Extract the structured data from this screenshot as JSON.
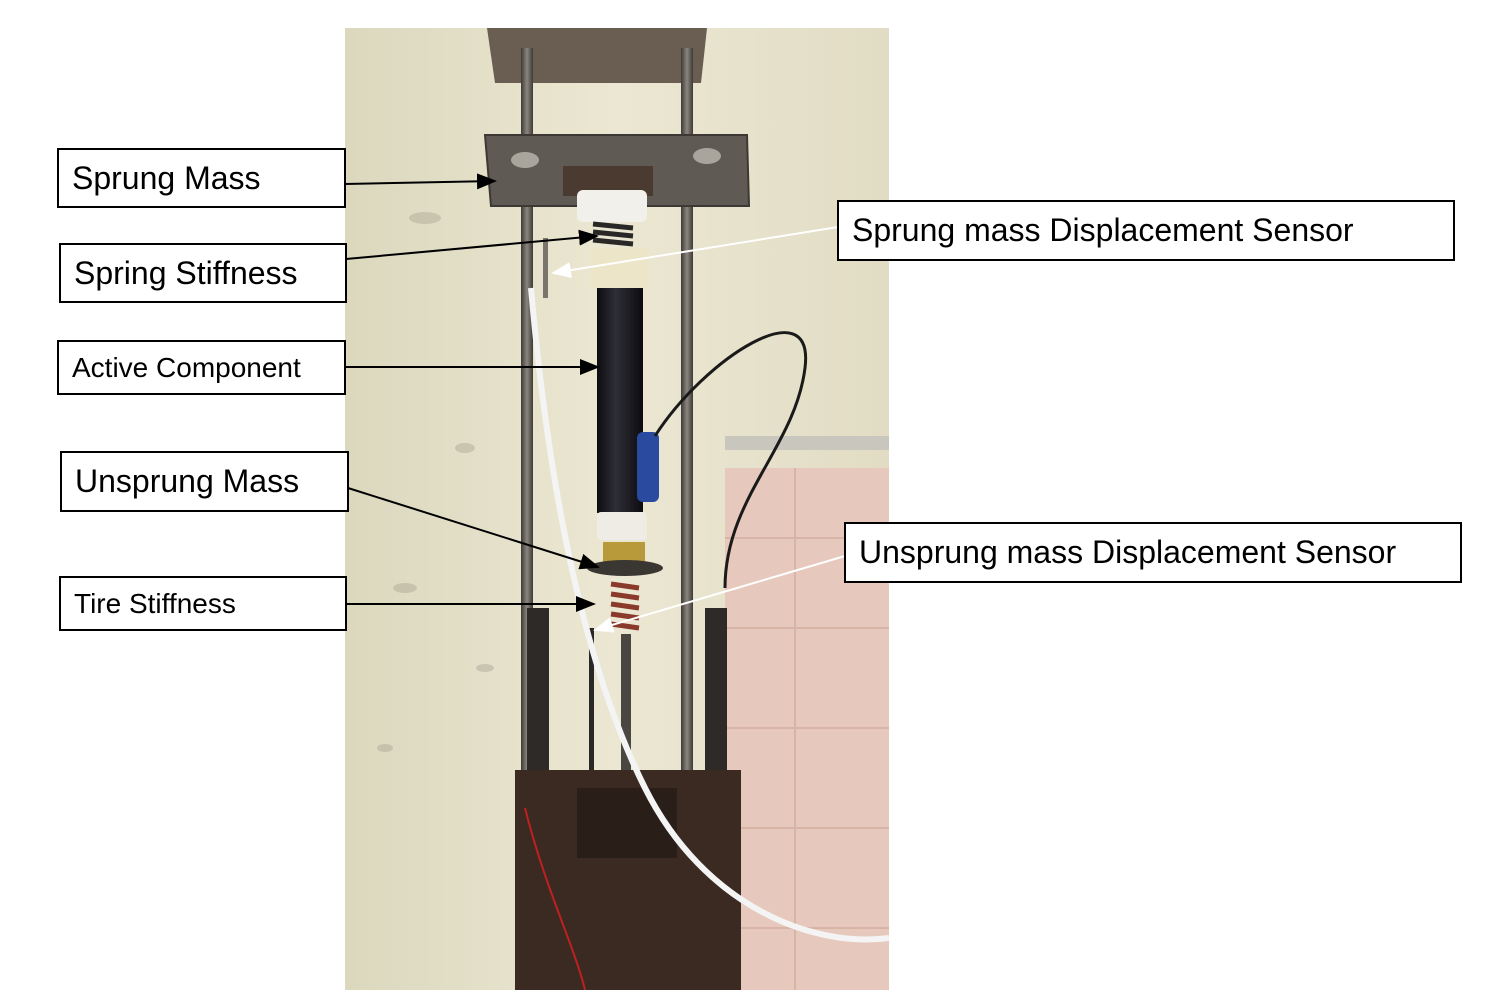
{
  "figure": {
    "labels": {
      "sprung_mass": "Sprung Mass",
      "spring_stiffness": "Spring Stiffness",
      "active_component": "Active Component",
      "unsprung_mass": "Unsprung Mass",
      "tire_stiffness": "Tire Stiffness",
      "sprung_sensor": "Sprung mass Displacement Sensor",
      "unsprung_sensor": "Unsprung mass Displacement Sensor"
    },
    "colors": {
      "wall": "#e6e2cc",
      "tile": "#e8c8bc",
      "steel": "#5a5550",
      "actuator": "#1a1a1e",
      "spring": "#8a3a2a",
      "motor": "#2a4aa0",
      "cable": "#f4f4f4",
      "arrow_black": "#000000",
      "arrow_white": "#ffffff"
    }
  }
}
